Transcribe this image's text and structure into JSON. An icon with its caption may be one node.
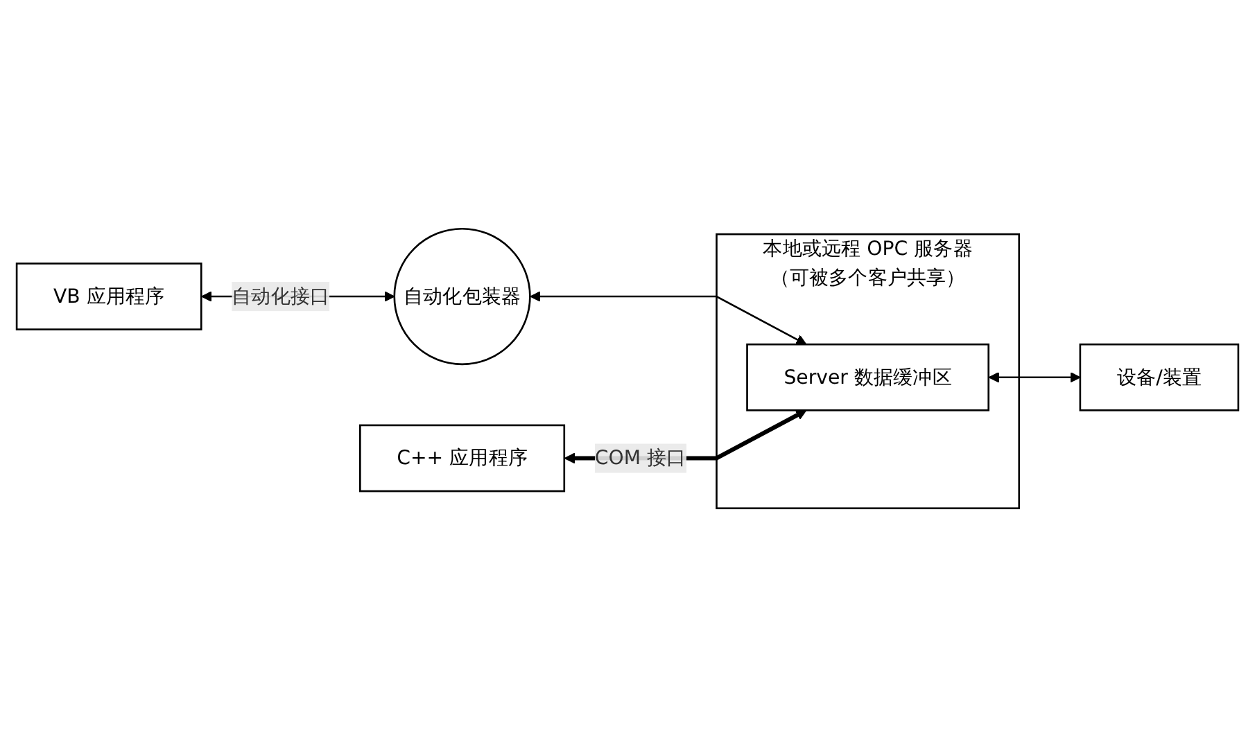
{
  "diagram": {
    "nodes": [
      {
        "text": [
          "VB 应用程序"
        ]
      },
      {
        "text": [
          "自动化包装器"
        ]
      },
      {
        "text": [
          "C++ 应用程序"
        ]
      },
      {
        "text": [
          "本地或远程 OPC 服务器（可被多个客户共享）"
        ]
      },
      {
        "text": [
          "Server 数据缓冲区"
        ],
        "in": 3
      },
      {
        "text": [
          "设备/装置"
        ]
      }
    ],
    "edges": [
      {
        "from": 0,
        "to": 1,
        "arrow": "both",
        "label": "自动化接口"
      },
      {
        "from": 1,
        "to": 4,
        "arrow": "both"
      },
      {
        "from": 2,
        "to": 4,
        "arrow": "both",
        "style": "thick",
        "label": "COM 接口"
      },
      {
        "from": 4,
        "to": 5,
        "arrow": "both"
      }
    ]
  }
}
